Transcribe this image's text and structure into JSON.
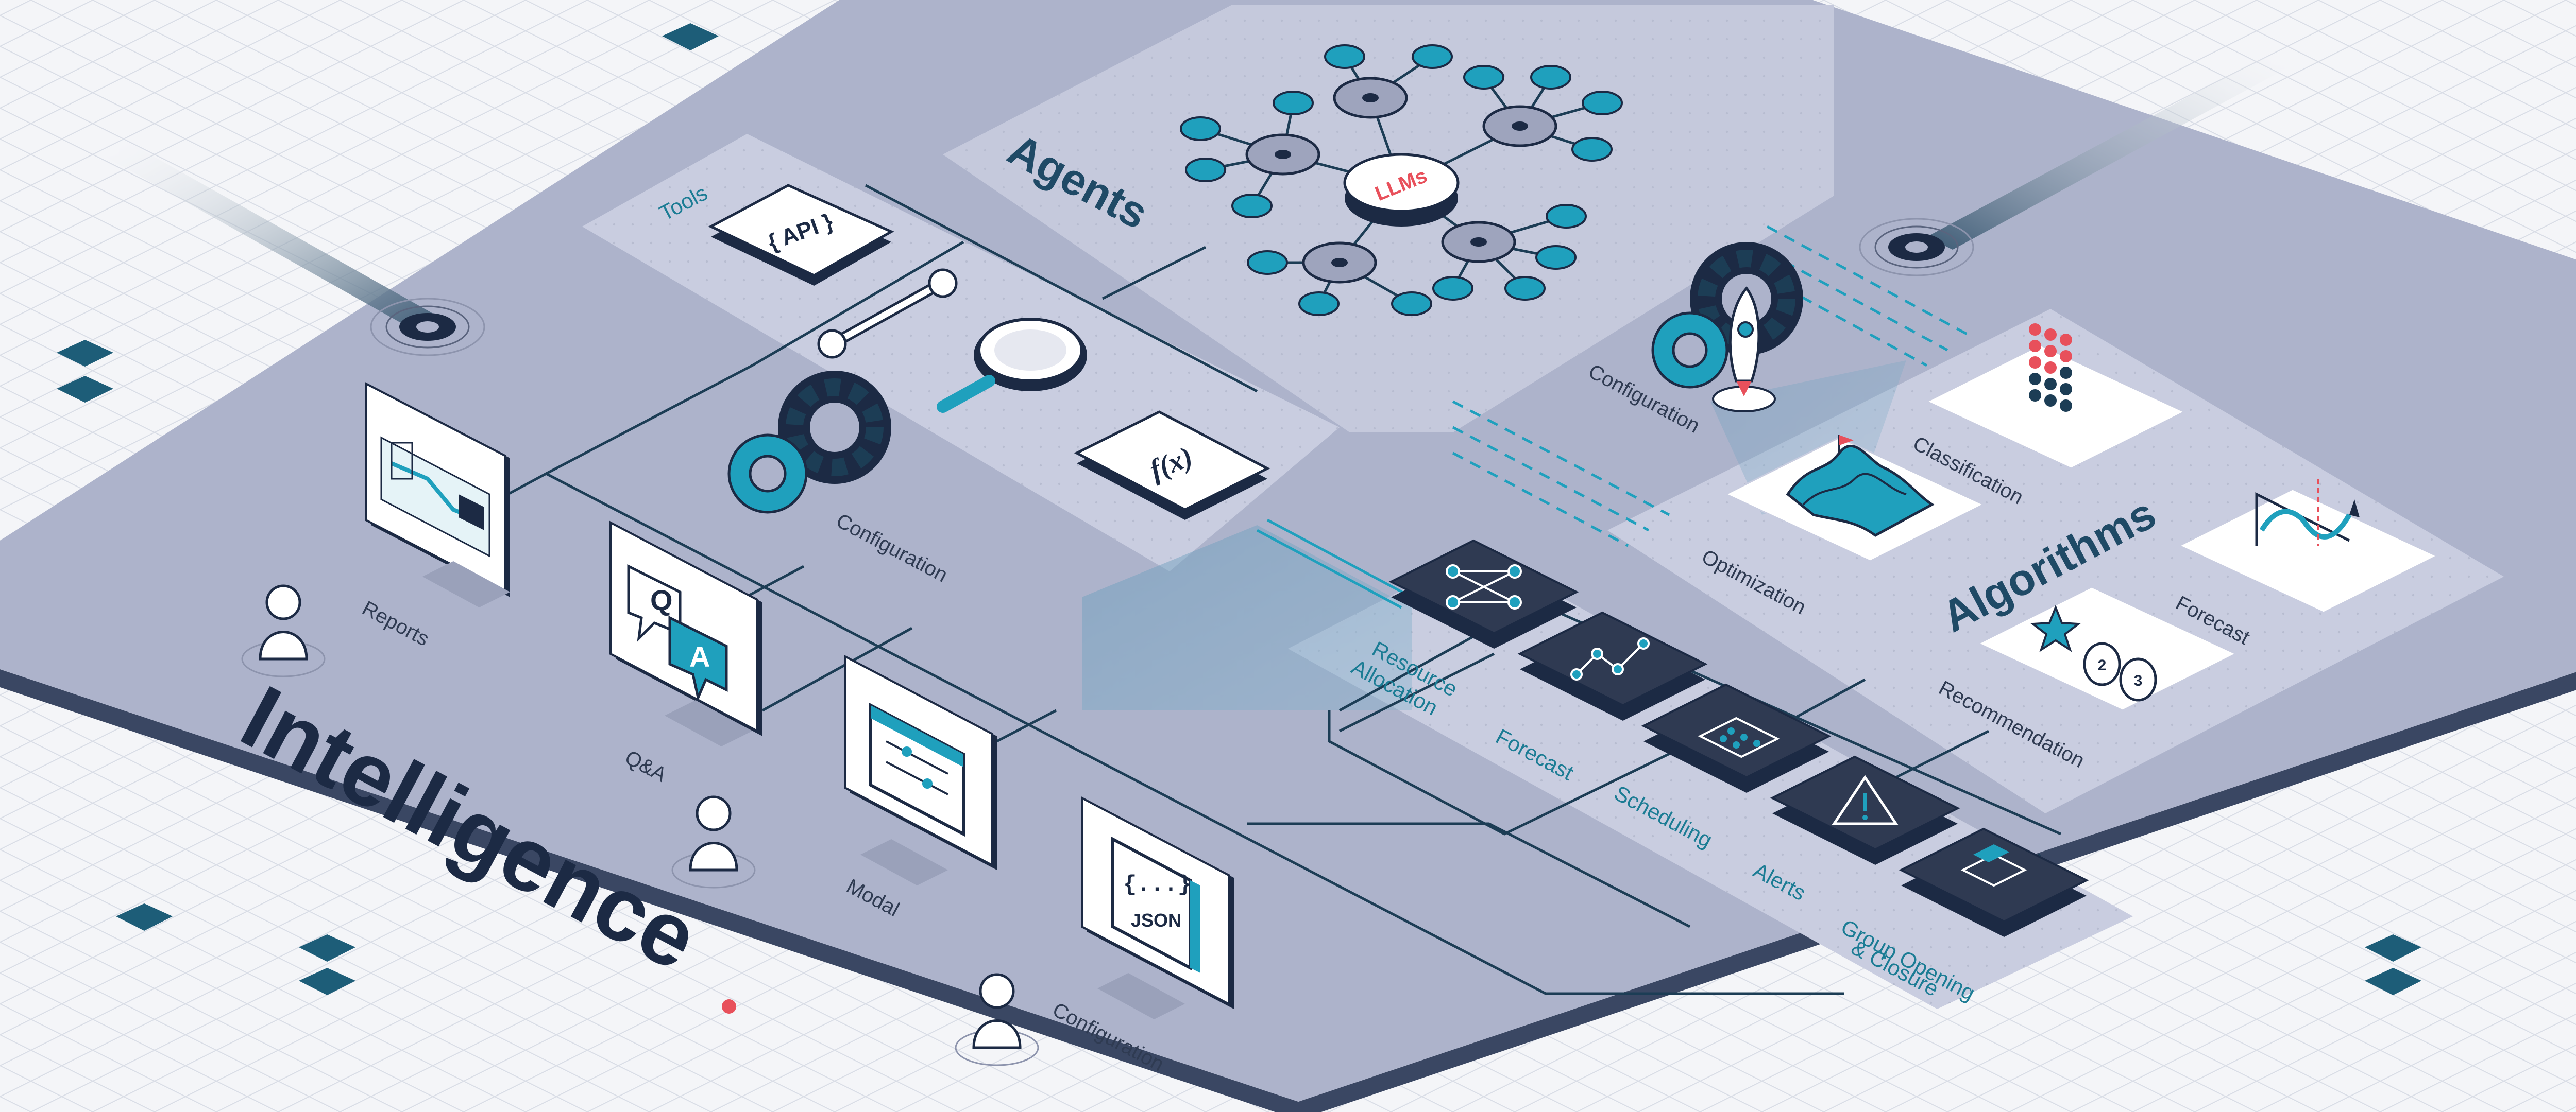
{
  "title": "Intelligence",
  "title_mark": ".",
  "sections": {
    "tools": "Tools",
    "agents": "Agents",
    "algorithms": "Algorithms"
  },
  "tools": {
    "api_label": "{ API }",
    "fx_label": "f(x)"
  },
  "agents": {
    "hub_label": "LLMs"
  },
  "left_items": {
    "reports": "Reports",
    "qa": "Q&A",
    "modal": "Modal",
    "configuration_bottom": "Configuration",
    "configuration_gear": "Configuration",
    "json_label": "{...}",
    "json_sub": "JSON",
    "qa_q": "Q",
    "qa_a": "A"
  },
  "agent_config": "Configuration",
  "algorithms": {
    "classification": "Classification",
    "optimization": "Optimization",
    "forecast": "Forecast",
    "recommendation": "Recommendation"
  },
  "applications": {
    "resource_allocation_1": "Resource",
    "resource_allocation_2": "Allocation",
    "forecast": "Forecast",
    "scheduling": "Scheduling",
    "alerts": "Alerts",
    "group_1": "Group Opening",
    "group_2": "& Closure"
  },
  "colors": {
    "board": "#adb3cb",
    "panel": "#c9cde0",
    "teal": "#1fa0bd",
    "navy": "#1c2a44",
    "accent_red": "#e8505b"
  }
}
